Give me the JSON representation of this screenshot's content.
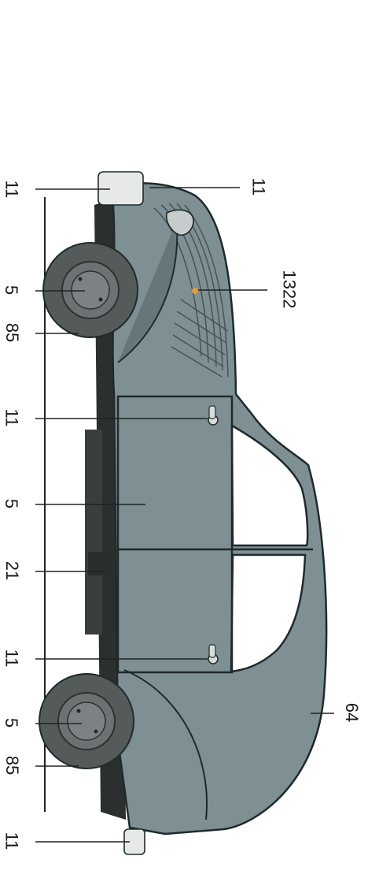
{
  "figure": {
    "callouts": [
      {
        "id": "front-bumper",
        "text": "11"
      },
      {
        "id": "front-hubcap",
        "text": "5"
      },
      {
        "id": "front-tyre",
        "text": "85"
      },
      {
        "id": "front-door-handle",
        "text": "11"
      },
      {
        "id": "front-door",
        "text": "5"
      },
      {
        "id": "sill",
        "text": "21"
      },
      {
        "id": "rear-door-handle",
        "text": "11"
      },
      {
        "id": "rear-hubcap",
        "text": "5"
      },
      {
        "id": "rear-tyre",
        "text": "85"
      },
      {
        "id": "rear-bumper",
        "text": "11"
      },
      {
        "id": "headlamp",
        "text": "11"
      },
      {
        "id": "bonnet-indicator",
        "text": "1322"
      },
      {
        "id": "roof",
        "text": "64"
      }
    ]
  },
  "colors": {
    "body": "#7e9093",
    "body_dark": "#5f7073",
    "tyre": "#555a5b",
    "tyre_dark": "#3d4142",
    "chassis": "#2c2f30",
    "bumper": "#e7e9e9",
    "indicator": "#e39b3c"
  }
}
